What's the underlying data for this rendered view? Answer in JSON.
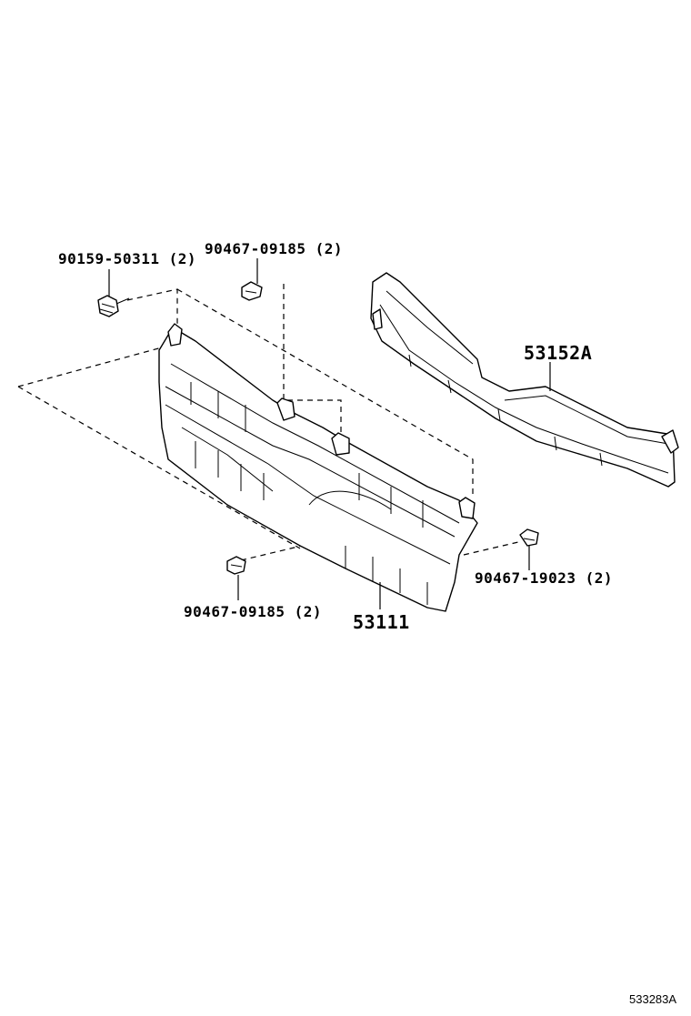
{
  "labels": {
    "bolt_top_left": "90159-50311 (2)",
    "clip_top": "90467-09185 (2)",
    "clip_bottom": "90467-09185 (2)",
    "clip_right": "90467-19023 (2)",
    "grille_part": "53111",
    "emblem_part": "53152A",
    "diagram_ref": "533283A"
  }
}
